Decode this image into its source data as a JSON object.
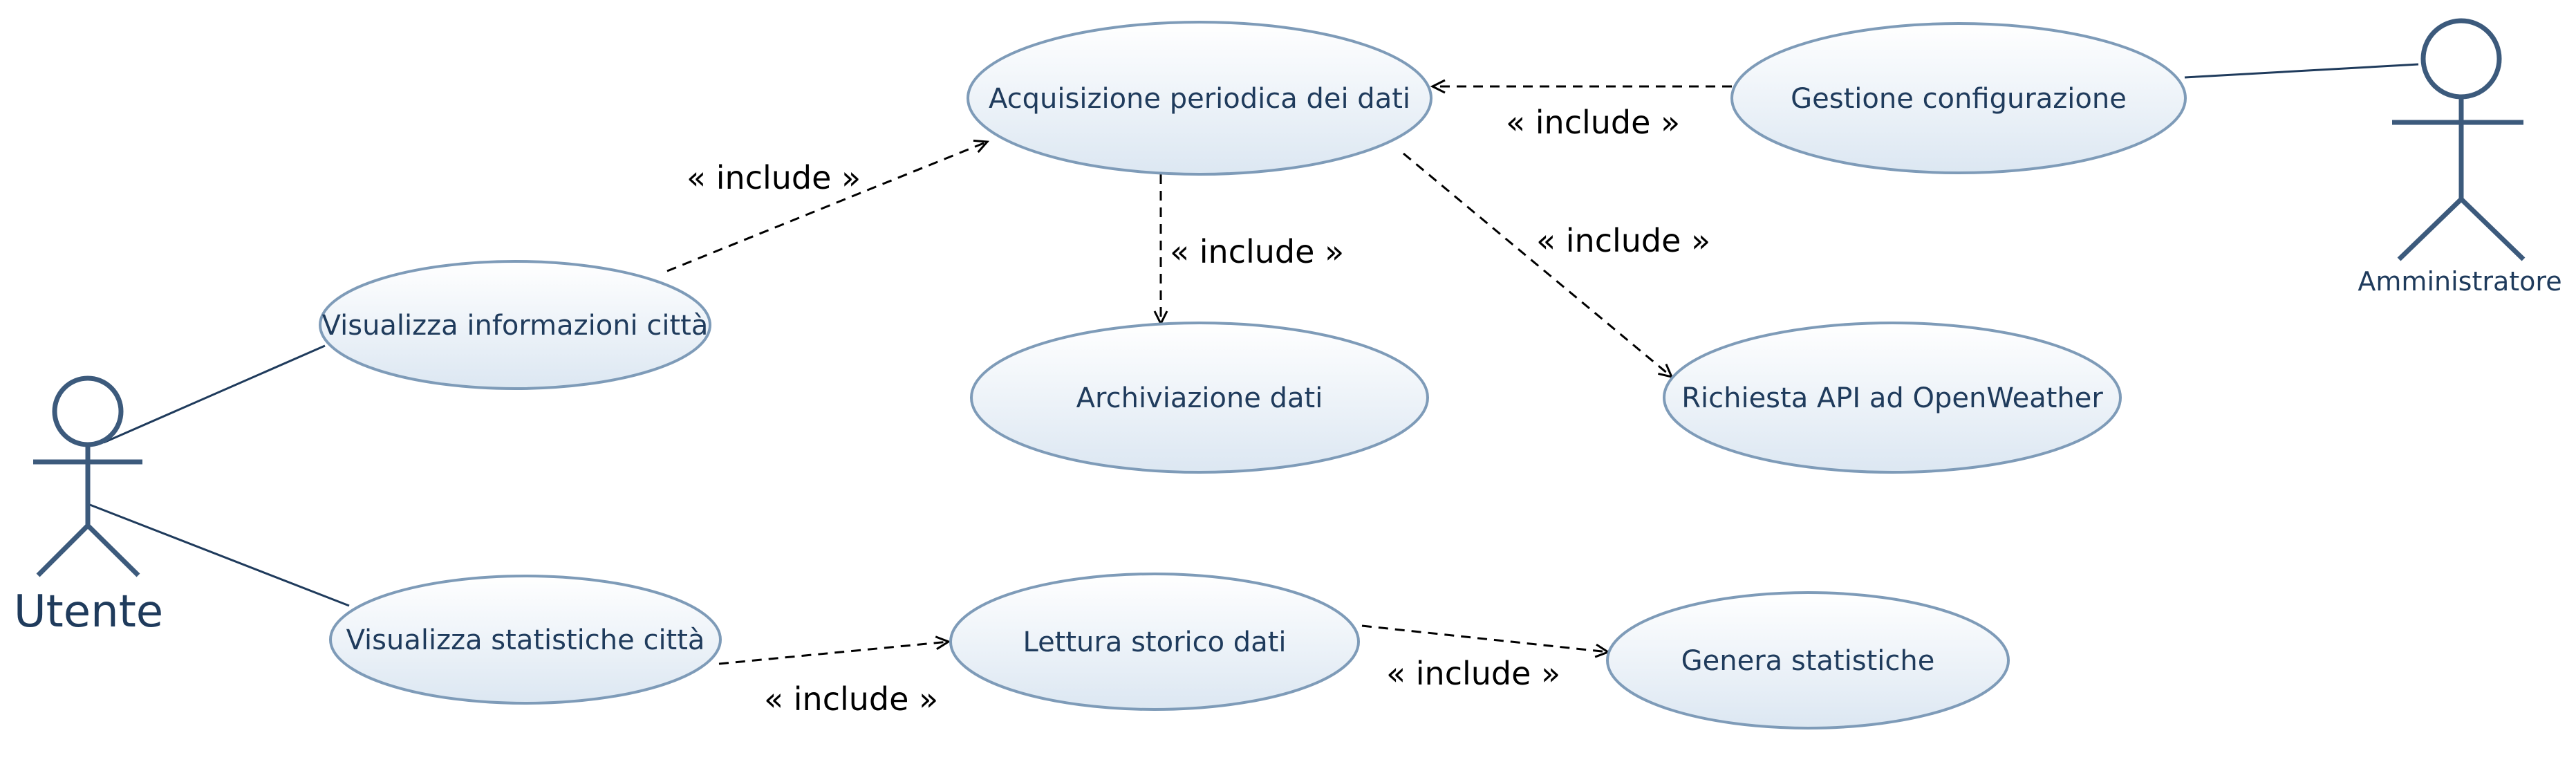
{
  "actors": {
    "utente": "Utente",
    "amministratore": "Amministratore"
  },
  "use_cases": {
    "visualizza_info": "Visualizza informazioni città",
    "visualizza_stat": "Visualizza statistiche città",
    "acquisizione": "Acquisizione periodica dei dati",
    "archiviazione": "Archiviazione dati",
    "lettura": "Lettura storico dati",
    "genera": "Genera statistiche",
    "richiesta_api": "Richiesta API ad OpenWeather",
    "gestione": "Gestione configurazione"
  },
  "relations": {
    "include_info_acq": "« include »",
    "include_acq_arch": "« include »",
    "include_acq_api": "« include »",
    "include_gest_acq": "« include »",
    "include_stat_lett": "« include »",
    "include_lett_gen": "« include »"
  },
  "colors": {
    "use_case_fill_top": "#ffffff",
    "use_case_fill_bottom": "#dce7f2",
    "use_case_stroke": "#7e9bb8",
    "actor_stroke": "#3c5a7c",
    "label_text": "#1f3b5c"
  }
}
